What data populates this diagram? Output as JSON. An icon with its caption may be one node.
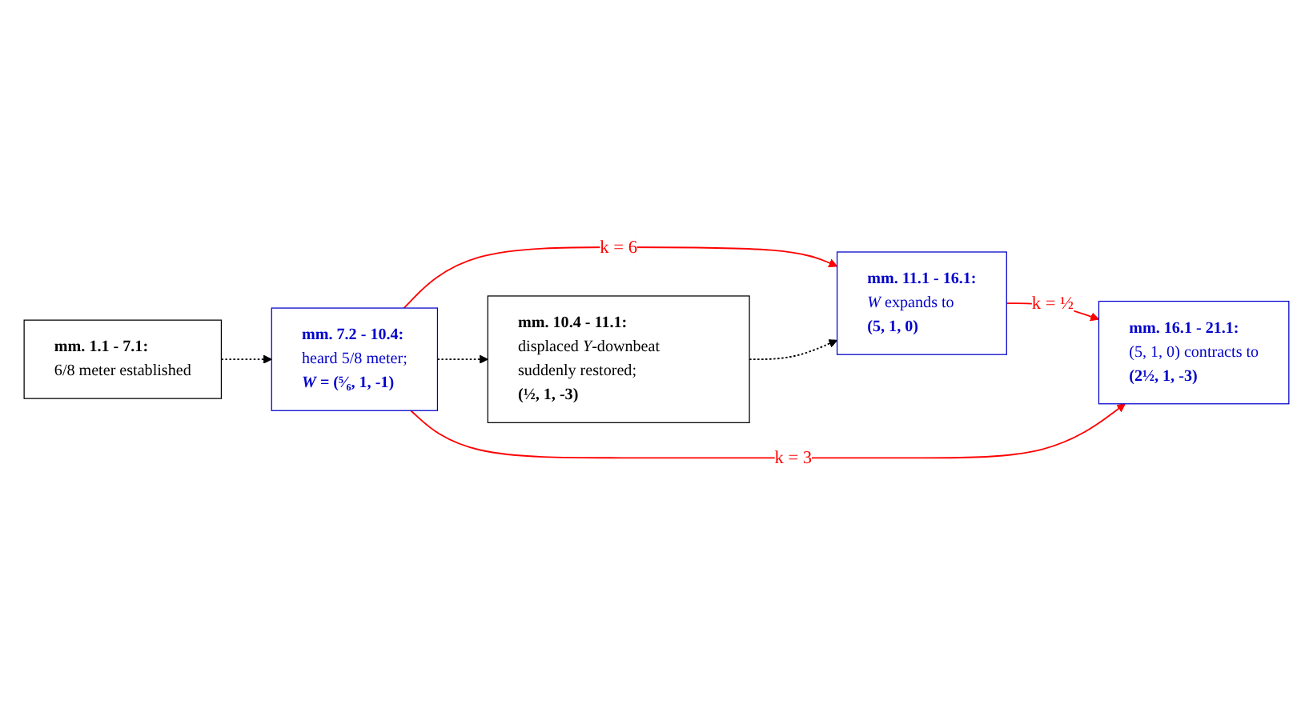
{
  "diagram": {
    "nodes": [
      {
        "text": [
          "mm. 1.1 - 7.1:",
          "6/8 meter established"
        ]
      },
      {
        "text": [
          "mm. 7.2 - 10.4:",
          "heard 5/8 meter;",
          "*W* = (⁵⁄₆, 1, -1)"
        ]
      },
      {
        "text": [
          "mm. 11.1 - 16.1:",
          "*W* expands to",
          "(5, 1, 0)"
        ]
      },
      {
        "text": [
          "mm. 16.1 - 21.1:",
          "(5, 1, 0) contracts to",
          "(2½, 1, -3)"
        ]
      },
      {
        "text": [
          "mm. 10.4 - 11.1:",
          "displaced *Y*-downbeat suddenly restored;",
          "(½, 1, -3)"
        ]
      }
    ],
    "edges": [
      {
        "from": 0,
        "to": 1,
        "arrow": "to",
        "style": "dashed"
      },
      {
        "from": 1,
        "to": 2,
        "arrow": "to",
        "label": "k = 6",
        "color": "#ff0000"
      },
      {
        "from": 2,
        "to": 3,
        "arrow": "to",
        "label": "k = ½",
        "color": "#ff0000"
      },
      {
        "from": 1,
        "to": 3,
        "arrow": "to",
        "label": "k = 3",
        "color": "#ff0000"
      },
      {
        "from": 1,
        "to": 4,
        "arrow": "to",
        "style": "dashed"
      },
      {
        "from": 4,
        "to": 2,
        "arrow": "to",
        "style": "dashed"
      }
    ]
  }
}
